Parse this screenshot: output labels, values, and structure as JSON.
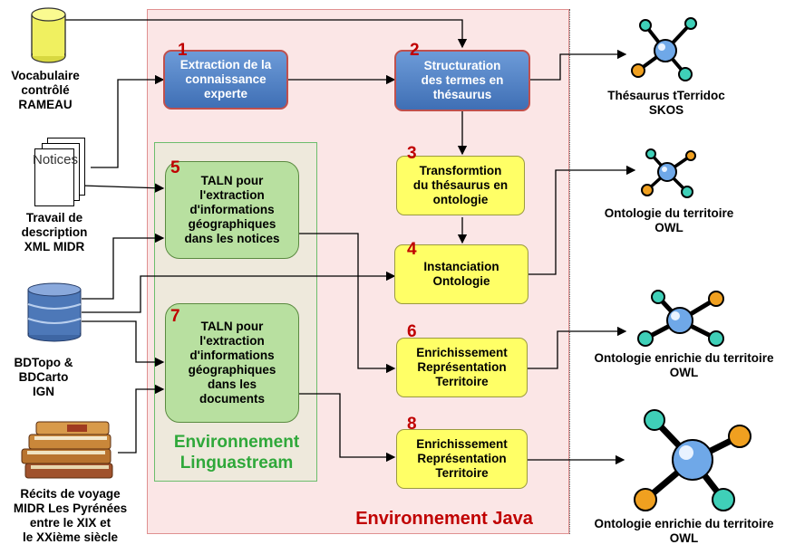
{
  "environments": {
    "java": "Environnement Java",
    "linguastream_line1": "Environnement",
    "linguastream_line2": "Linguastream"
  },
  "steps": [
    {
      "num": "1",
      "lines": [
        "Extraction de la",
        "connaissance",
        "experte"
      ]
    },
    {
      "num": "2",
      "lines": [
        "Structuration",
        "des termes en",
        "thésaurus"
      ]
    },
    {
      "num": "3",
      "lines": [
        "Transformtion",
        "du thésaurus en",
        "ontologie"
      ]
    },
    {
      "num": "4",
      "lines": [
        "Instanciation",
        "Ontologie"
      ]
    },
    {
      "num": "5",
      "lines": [
        "TALN pour",
        "l'extraction",
        "d'informations",
        "géographiques",
        "dans les notices"
      ]
    },
    {
      "num": "6",
      "lines": [
        "Enrichissement",
        "Représentation",
        "Territoire"
      ]
    },
    {
      "num": "7",
      "lines": [
        "TALN pour",
        "l'extraction",
        "d'informations",
        "géographiques",
        "dans les",
        "documents"
      ]
    },
    {
      "num": "8",
      "lines": [
        "Enrichissement",
        "Représentation",
        "Territoire"
      ]
    }
  ],
  "inputs": [
    {
      "icon": "database-cylinder-icon",
      "lines": [
        "Vocabulaire",
        "contrôlé",
        "RAMEAU"
      ]
    },
    {
      "icon": "documents-stack-icon",
      "doc_text": "Notices",
      "lines": [
        "Travail de",
        "description",
        "XML MIDR"
      ]
    },
    {
      "icon": "database-stack-icon",
      "lines": [
        "BDTopo &",
        "BDCarto",
        "IGN"
      ]
    },
    {
      "icon": "books-icon",
      "lines": [
        "Récits de voyage",
        "MIDR Les Pyrénées",
        "entre le  XIX et",
        "le XXième siècle"
      ]
    }
  ],
  "outputs": [
    {
      "icon": "molecule-icon",
      "lines": [
        "Thésaurus tTerridoc",
        "SKOS"
      ]
    },
    {
      "icon": "molecule-icon",
      "lines": [
        "Ontologie  du territoire",
        "OWL"
      ]
    },
    {
      "icon": "molecule-icon",
      "lines": [
        "Ontologie enrichie du territoire",
        "OWL"
      ]
    },
    {
      "icon": "molecule-icon",
      "lines": [
        "Ontologie enrichie du territoire",
        "OWL"
      ]
    }
  ],
  "colors": {
    "java_env_fill": "#fbe6e6",
    "linguastream_fill": "#eee9dc",
    "blue_box": "#4f81bd",
    "yellow_box": "#ffff66",
    "green_box": "#b8e0a0",
    "step_number": "#c00000",
    "java_label": "#c00000",
    "linguastream_label": "#2fa83a"
  }
}
